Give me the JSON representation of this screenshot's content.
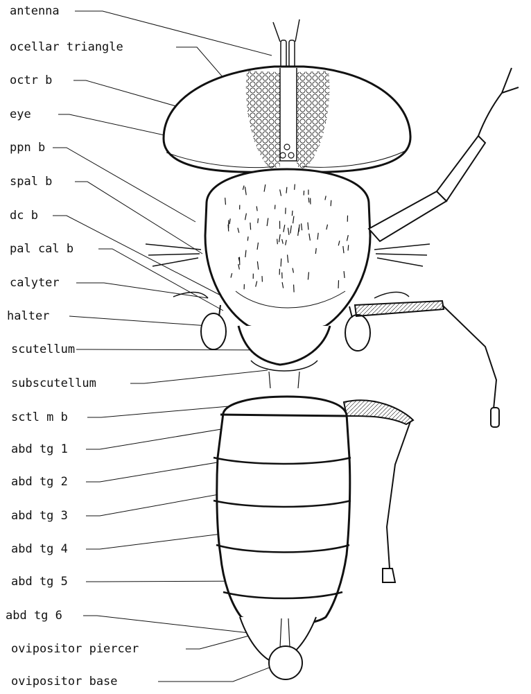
{
  "figure": {
    "labels": {
      "antenna": "antenna",
      "ocellar_triangle": "ocellar triangle",
      "octr_b": "octr b",
      "eye": "eye",
      "ppn_b": "ppn b",
      "spal_b": "spal b",
      "dc_b": "dc b",
      "pal_cal_b": "pal cal b",
      "calyter": "calyter",
      "halter": "halter",
      "scutellum": "scutellum",
      "subscutellum": "subscutellum",
      "sctl_m_b": "sctl m b",
      "abd_tg_1": "abd tg 1",
      "abd_tg_2": "abd tg 2",
      "abd_tg_3": "abd tg 3",
      "abd_tg_4": "abd tg 4",
      "abd_tg_5": "abd tg 5",
      "abd_tg_6": "abd tg 6",
      "ovipositor_piercer": "ovipositor piercer",
      "ovipositor_base": "ovipositor base"
    }
  }
}
